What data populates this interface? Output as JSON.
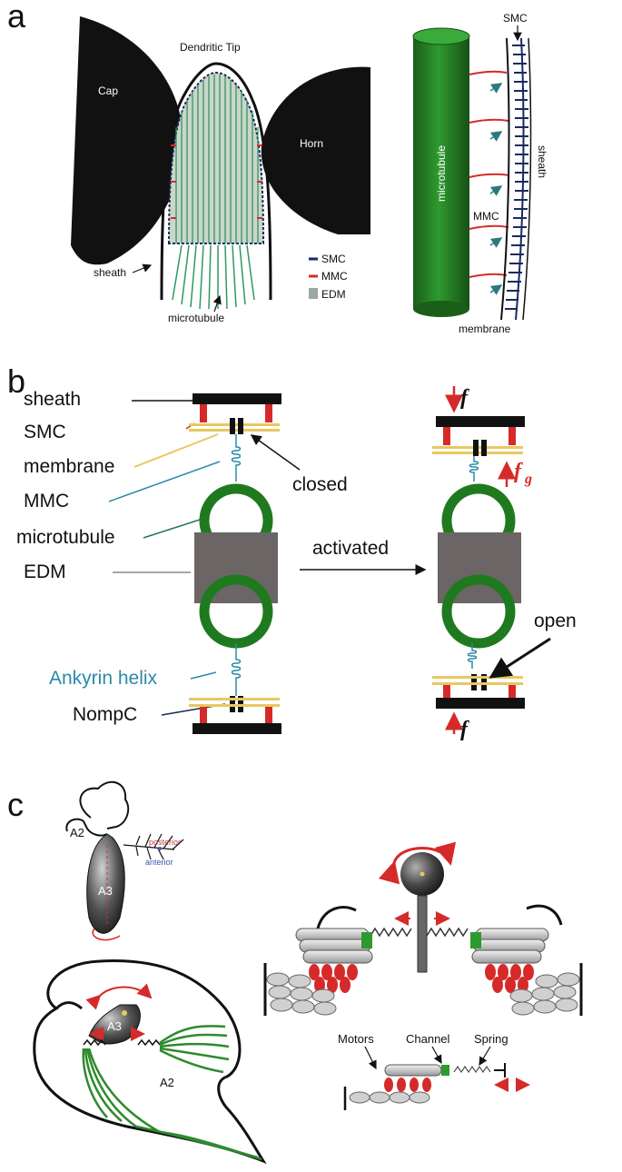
{
  "panels": {
    "a": "a",
    "b": "b",
    "c": "c"
  },
  "panel_a": {
    "cap": "Cap",
    "horn": "Horn",
    "dendritic_tip": "Dendritic Tip",
    "sheath": "sheath",
    "microtubule": "microtubule",
    "legend": [
      "SMC",
      "MMC",
      "EDM"
    ],
    "right": {
      "smc": "SMC",
      "sheath": "sheath",
      "microtubule": "microtubule",
      "mmc": "MMC",
      "membrane": "membrane"
    }
  },
  "panel_b": {
    "labels": [
      "sheath",
      "SMC",
      "membrane",
      "MMC",
      "microtubule",
      "EDM",
      "Ankyrin helix",
      "NompC"
    ],
    "closed": "closed",
    "activated": "activated",
    "open": "open",
    "f": "f",
    "fg": "f",
    "fg_sub": "g"
  },
  "panel_c": {
    "a2_top": "A2",
    "a3_top": "A3",
    "posterior": "posterior",
    "anterior": "anterior",
    "a3_bottom": "A3",
    "a2_bottom": "A2",
    "motors": "Motors",
    "channel": "Channel",
    "spring": "Spring"
  },
  "colors": {
    "microtubule_green": "#1f7a1f",
    "mmc_red": "#d62a2a",
    "smc_navy": "#1a2a5e",
    "edm_gray": "#6b6565",
    "ankyrin_teal": "#2a8aa8",
    "membrane_yellow": "#e8c860",
    "black": "#111111"
  }
}
